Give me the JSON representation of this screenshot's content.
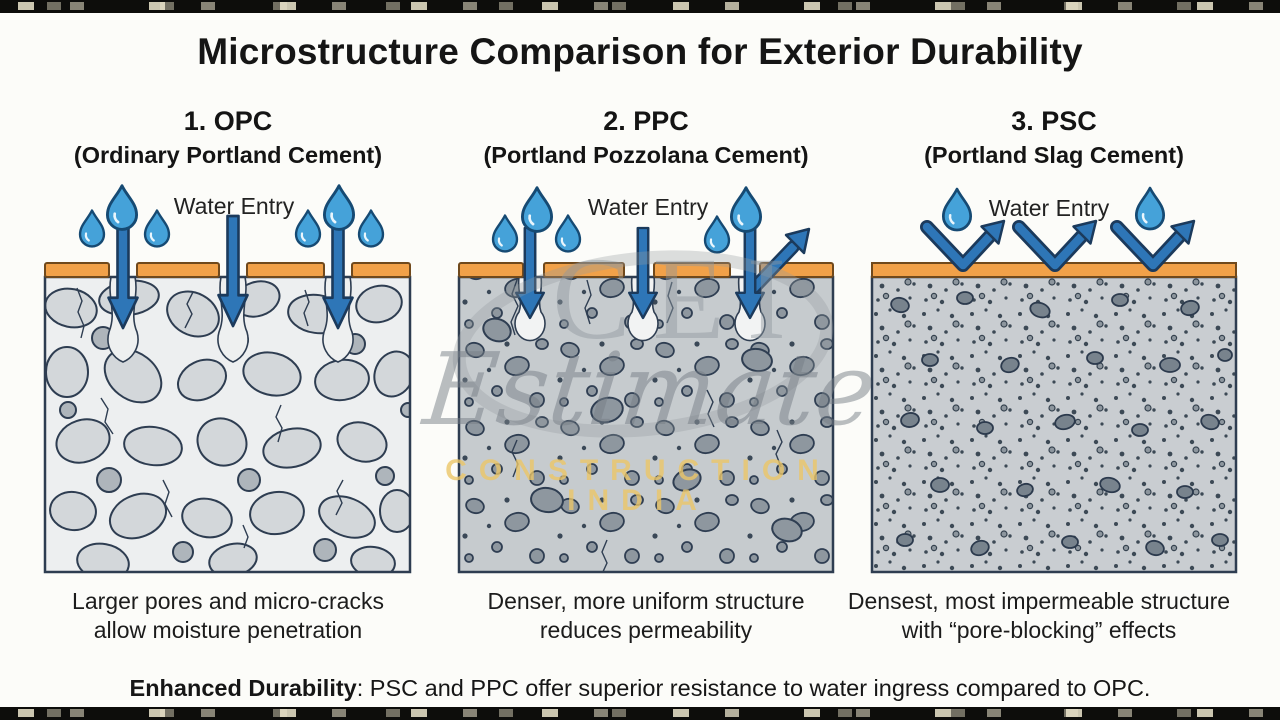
{
  "title": "Microstructure Comparison for Exterior Durability",
  "panels": [
    {
      "id": "opc",
      "number_label": "1. OPC",
      "full_name": "(Ordinary Portland Cement)",
      "water_label": "Water Entry",
      "caption_line1": "Larger pores and micro-cracks",
      "caption_line2": "allow moisture penetration",
      "water_behavior": "arrows penetrate deep into material"
    },
    {
      "id": "ppc",
      "number_label": "2. PPC",
      "full_name": "(Portland Pozzolana Cement)",
      "water_label": "Water Entry",
      "caption_line1": "Denser, more uniform structure",
      "caption_line2": "reduces permeability",
      "water_behavior": "arrows stop near surface, one deflected"
    },
    {
      "id": "psc",
      "number_label": "3. PSC",
      "full_name": "(Portland Slag Cement)",
      "water_label": "Water Entry",
      "caption_line1": "Densest, most impermeable structure",
      "caption_line2": "with “pore-blocking” effects",
      "water_behavior": "arrows bounce off surface"
    }
  ],
  "footer": {
    "bold_label": "Enhanced Durability",
    "rest": ": PSC and PPC offer superior resistance to water ingress compared to OPC."
  },
  "watermark": {
    "logo_text": "CEI",
    "script_text": "Estimate",
    "subtitle": "CONSTRUCTION INDIA"
  },
  "icons": {
    "water_drop_icon": "teardrop",
    "down_arrow_icon": "↓",
    "deflected_arrow_icon": "↗",
    "bounce_arrow_icon": "V-shaped rebound arrow"
  },
  "colors": {
    "droplet_blue": "#45a2d9",
    "arrow_blue": "#2e76b7",
    "outline_navy": "#1b3a5c",
    "surface_orange": "#f1a149",
    "panel_border_navy": "#2e3d51",
    "watermark_gold": "#ebc668",
    "edge_strip_black": "#0d0d0b",
    "background": "#fcfcf9"
  }
}
